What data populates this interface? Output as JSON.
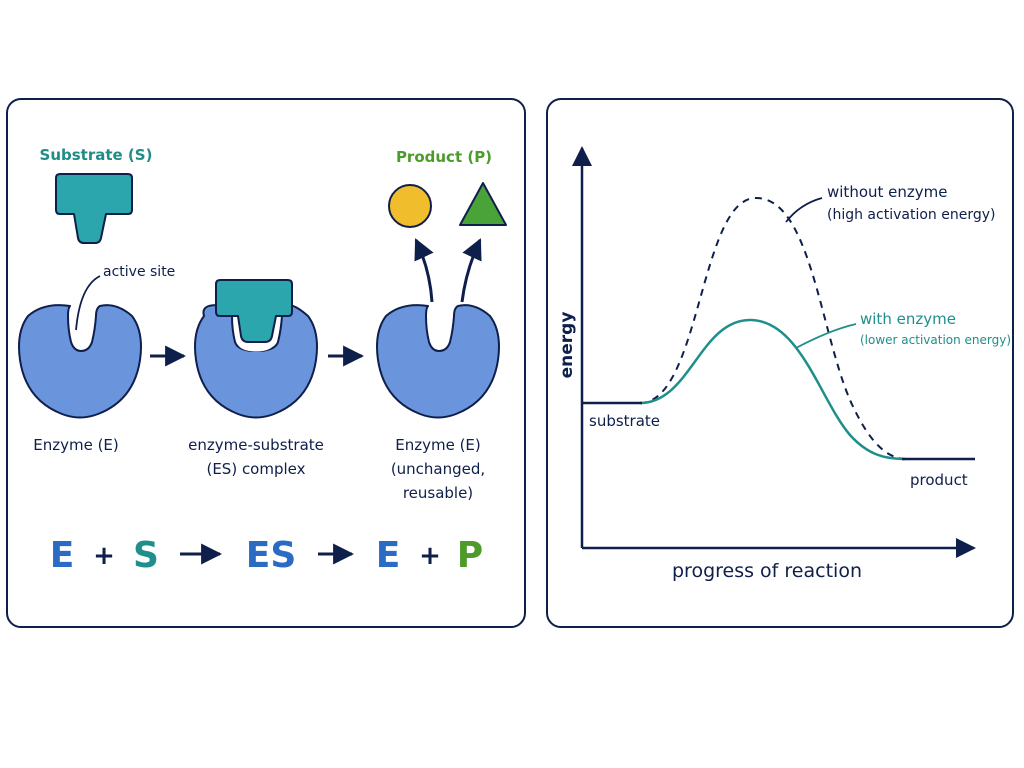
{
  "colors": {
    "navy": "#0f1f4b",
    "enzyme": "#6a95dd",
    "substrate": "#2aa6ac",
    "teal_text": "#1f8c86",
    "product_circle": "#f0bd2c",
    "product_triangle": "#4aa339",
    "product_text": "#4d9b2b",
    "e_blue": "#2a6cc4",
    "s_teal": "#1e8f8a",
    "p_green": "#4d9b2b"
  },
  "left_panel": {
    "substrate_label": "Substrate (S)",
    "product_label": "Product (P)",
    "active_site_label": "active site",
    "enzyme_label": "Enzyme (E)",
    "complex_label_line1": "enzyme-substrate",
    "complex_label_line2": "(ES) complex",
    "enzyme_after_line1": "Enzyme (E)",
    "enzyme_after_line2": "(unchanged,",
    "enzyme_after_line3": "reusable)",
    "equation": {
      "e1": "E",
      "plus1": "+",
      "s": "S",
      "es": "ES",
      "e2": "E",
      "plus2": "+",
      "p": "P"
    }
  },
  "right_panel": {
    "y_axis_label": "energy",
    "x_axis_label": "progress of reaction",
    "substrate_label": "substrate",
    "product_label": "product",
    "without_enzyme_line1": "without enzyme",
    "without_enzyme_line2": "(high activation energy)",
    "with_enzyme_line1": "with enzyme",
    "with_enzyme_line2": "(lower activation energy)"
  }
}
